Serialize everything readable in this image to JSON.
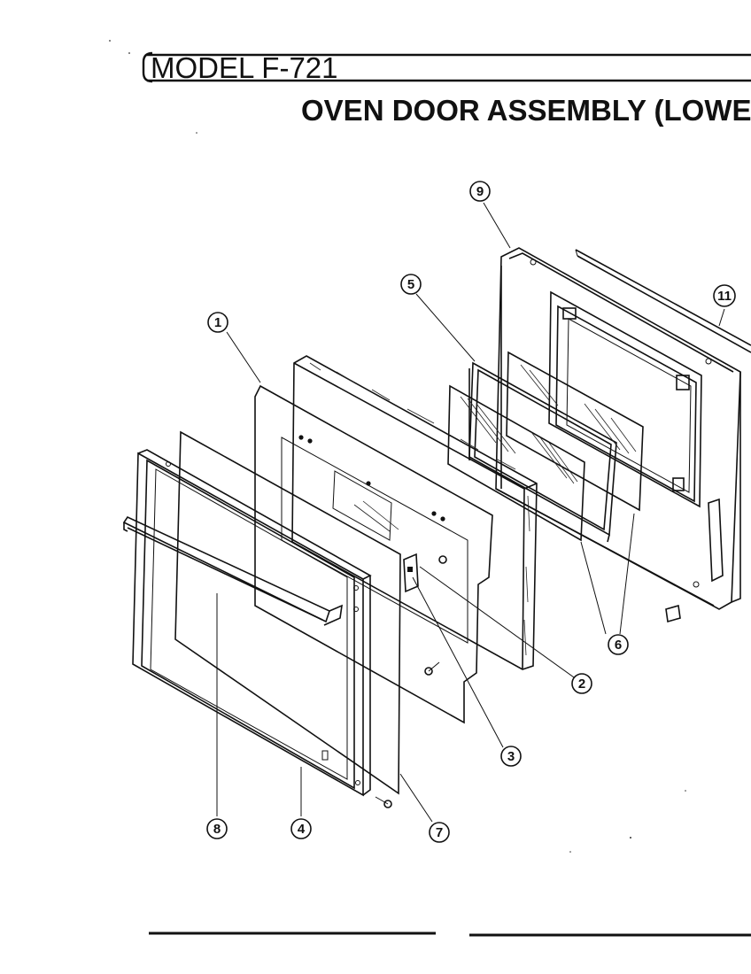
{
  "header": {
    "model_label": "MODEL F-721",
    "title": "OVEN DOOR ASSEMBLY (LOWEF"
  },
  "callouts": [
    {
      "id": "callout-1",
      "label": "1"
    },
    {
      "id": "callout-2",
      "label": "2"
    },
    {
      "id": "callout-3",
      "label": "3"
    },
    {
      "id": "callout-4",
      "label": "4"
    },
    {
      "id": "callout-5",
      "label": "5"
    },
    {
      "id": "callout-6",
      "label": "6"
    },
    {
      "id": "callout-7",
      "label": "7"
    },
    {
      "id": "callout-8",
      "label": "8"
    },
    {
      "id": "callout-9",
      "label": "9"
    },
    {
      "id": "callout-11",
      "label": "11"
    }
  ]
}
